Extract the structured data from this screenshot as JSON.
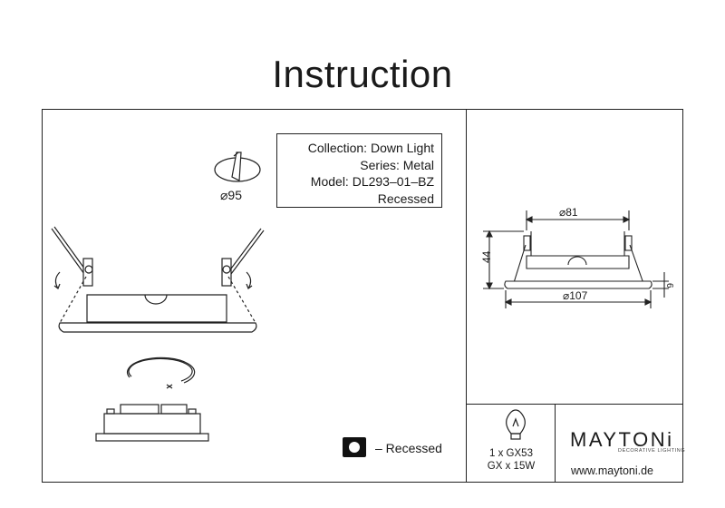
{
  "document": {
    "title": "Instruction"
  },
  "product_info": {
    "collection": "Collection: Down Light",
    "series": "Series: Metal",
    "model": "Model: DL293–01–BZ",
    "type": "Recessed"
  },
  "dimensions": {
    "cutout": "⌀95",
    "inner_diameter": "⌀81",
    "height": "44",
    "outer_diameter": "⌀107",
    "rim": "6"
  },
  "legend": {
    "recessed_label": "– Recessed"
  },
  "lamp": {
    "line1": "1 x GX53",
    "line2": "GX x 15W"
  },
  "brand": {
    "name": "MAYTONi",
    "tagline": "DECORATIVE LIGHTING",
    "website": "www.maytoni.de"
  }
}
